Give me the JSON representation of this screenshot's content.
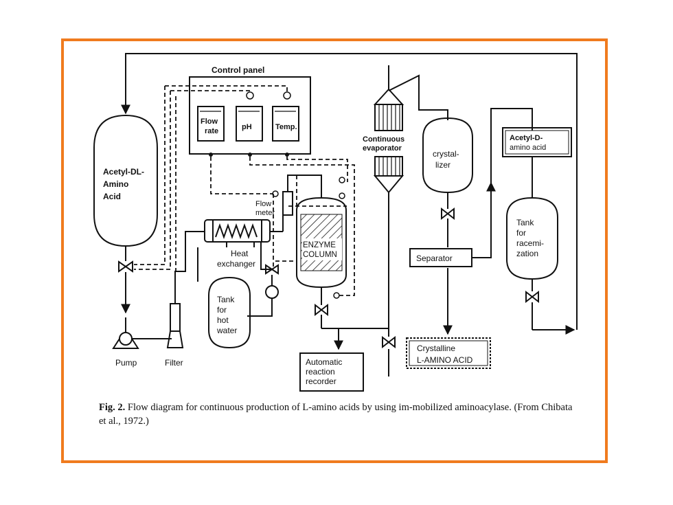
{
  "colors": {
    "frame_border": "#f07b1e",
    "ink": "#111111",
    "background": "#ffffff"
  },
  "diagram": {
    "control_panel": "Control panel",
    "gauges": {
      "flow_rate_1": "Flow",
      "flow_rate_2": "rate",
      "ph": "pH",
      "temp": "Temp."
    },
    "tank_acetyl_dl": [
      "Acetyl-DL-",
      "Amino",
      "Acid"
    ],
    "flow_meter": [
      "Flow",
      "meter"
    ],
    "heat_exchanger": [
      "Heat",
      "exchanger"
    ],
    "enzyme_column": [
      "ENZYME",
      "COLUMN"
    ],
    "tank_hot_water": [
      "Tank",
      "for",
      "hot",
      "water"
    ],
    "pump": "Pump",
    "filter": "Filter",
    "auto_recorder": [
      "Automatic",
      "reaction",
      "recorder"
    ],
    "evaporator": [
      "Continuous",
      "evaporator"
    ],
    "crystallizer": [
      "crystal-",
      "lizer"
    ],
    "separator": "Separator",
    "crystalline_product": [
      "Crystalline",
      "L-AMINO ACID"
    ],
    "acetyl_d_product": [
      "Acetyl-D-",
      "amino acid"
    ],
    "racemization_tank": [
      "Tank",
      "for",
      "racemi-",
      "zation"
    ]
  },
  "caption": {
    "label": "Fig. 2.",
    "text": "Flow diagram for continuous production of L-amino acids by using im-mobilized aminoacylase. (From Chibata et al., 1972.)"
  }
}
